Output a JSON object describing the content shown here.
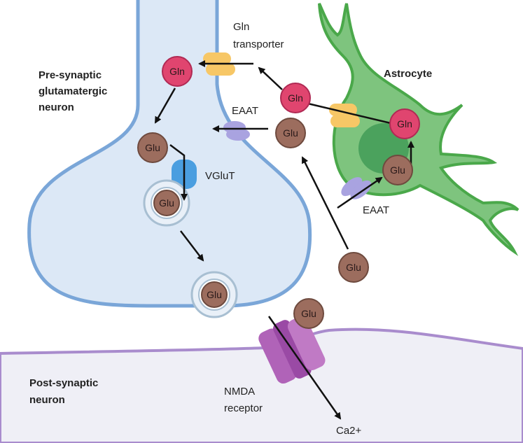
{
  "labels": {
    "presynaptic": [
      "Pre-synaptic",
      "glutamatergic",
      "neuron"
    ],
    "astrocyte": "Astrocyte",
    "postsynaptic": [
      "Post-synaptic",
      "neuron"
    ],
    "gln_transporter": [
      "Gln",
      "transporter"
    ],
    "eaat_neuron": "EAAT",
    "eaat_astrocyte": "EAAT",
    "vglut": "VGluT",
    "nmda": [
      "NMDA",
      "receptor"
    ],
    "calcium": "Ca2+"
  },
  "molecules": {
    "gln": "Gln",
    "glu": "Glu"
  },
  "colors": {
    "presynaptic_fill": "#dce8f6",
    "presynaptic_border": "#7aa6d8",
    "postsynaptic_fill": "#efeff6",
    "postsynaptic_border": "#a98ccd",
    "astrocyte_fill": "#7ec47e",
    "astrocyte_border": "#4aa84a",
    "gln": "#e0456f",
    "glu": "#9c6d5e",
    "gln_transporter": "#f7c766",
    "eaat": "#a9a3e0",
    "vglut": "#4a9ee0",
    "nmda": "#b063b8"
  }
}
